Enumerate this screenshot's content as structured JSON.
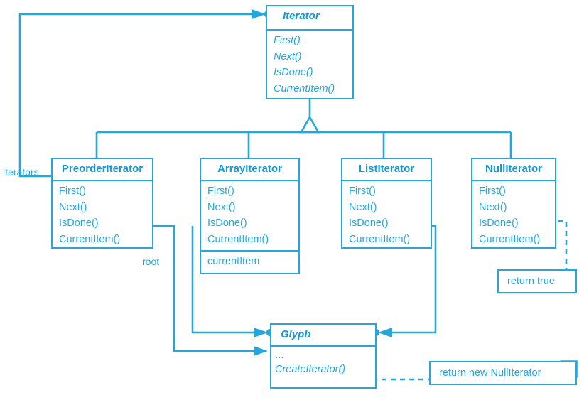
{
  "diagram": {
    "title": "Iterator class hierarchy",
    "accent_color": "#22a7df",
    "background_color": "#ffffff"
  },
  "classes": [
    {
      "id": "iterator",
      "name": "Iterator",
      "abstract": true,
      "operations": [
        "First()",
        "Next()",
        "IsDone()",
        "CurrentItem()"
      ],
      "attributes": []
    },
    {
      "id": "preorderiterator",
      "name": "PreorderIterator",
      "abstract": false,
      "operations": [
        "First()",
        "Next()",
        "IsDone()",
        "CurrentItem()"
      ],
      "attributes": []
    },
    {
      "id": "arrayiterator",
      "name": "ArrayIterator",
      "abstract": false,
      "operations": [
        "First()",
        "Next()",
        "IsDone()",
        "CurrentItem()"
      ],
      "attributes": [
        "currentItem"
      ]
    },
    {
      "id": "listiterator",
      "name": "ListIterator",
      "abstract": false,
      "operations": [
        "First()",
        "Next()",
        "IsDone()",
        "CurrentItem()"
      ],
      "attributes": []
    },
    {
      "id": "nulliterator",
      "name": "NullIterator",
      "abstract": false,
      "operations": [
        "First()",
        "Next()",
        "IsDone()",
        "CurrentItem()"
      ],
      "attributes": []
    },
    {
      "id": "glyph",
      "name": "Glyph",
      "abstract": true,
      "operations": [
        "...",
        "CreateIterator()"
      ],
      "attributes": []
    }
  ],
  "notes": [
    {
      "id": "note-return-true",
      "text": "return true",
      "attached_to": "NullIterator.IsDone()"
    },
    {
      "id": "note-return-nulliterator",
      "text": "return new NullIterator",
      "attached_to": "Glyph.CreateIterator()"
    }
  ],
  "edge_labels": [
    {
      "id": "iterators",
      "text": "iterators"
    },
    {
      "id": "root",
      "text": "root"
    }
  ],
  "relationships": [
    {
      "from": "PreorderIterator",
      "to": "Iterator",
      "type": "aggregation-navigable",
      "label": "iterators"
    },
    {
      "from": "PreorderIterator",
      "to": "Glyph",
      "type": "aggregation-navigable",
      "label": "root"
    },
    {
      "from": "ArrayIterator",
      "to": "Glyph",
      "type": "association-navigable",
      "label": ""
    },
    {
      "from": "ListIterator",
      "to": "Glyph",
      "type": "aggregation-navigable",
      "label": ""
    },
    {
      "from": "PreorderIterator",
      "to": "Iterator",
      "type": "generalization",
      "label": ""
    },
    {
      "from": "ArrayIterator",
      "to": "Iterator",
      "type": "generalization",
      "label": ""
    },
    {
      "from": "ListIterator",
      "to": "Iterator",
      "type": "generalization",
      "label": ""
    },
    {
      "from": "NullIterator",
      "to": "Iterator",
      "type": "generalization",
      "label": ""
    }
  ]
}
